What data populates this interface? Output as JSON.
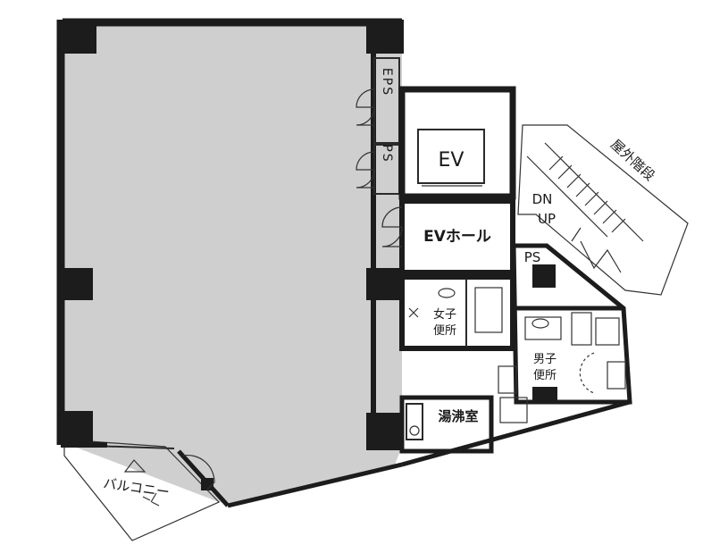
{
  "labels": {
    "eps": "EPS",
    "ps_shaft": "PS",
    "ev": "EV",
    "ev_hall": "EVホール",
    "dn": "DN",
    "up": "UP",
    "ps_right": "PS",
    "outdoor_stairs": "屋外階段",
    "womens_restroom_1": "女子",
    "womens_restroom_2": "便所",
    "mens_restroom_1": "男子",
    "mens_restroom_2": "便所",
    "kitchenette": "湯沸室",
    "balcony": "バルコニー"
  },
  "colors": {
    "office_floor": "#cfcfcf",
    "wall": "#1c1c1c",
    "background": "#ffffff"
  }
}
